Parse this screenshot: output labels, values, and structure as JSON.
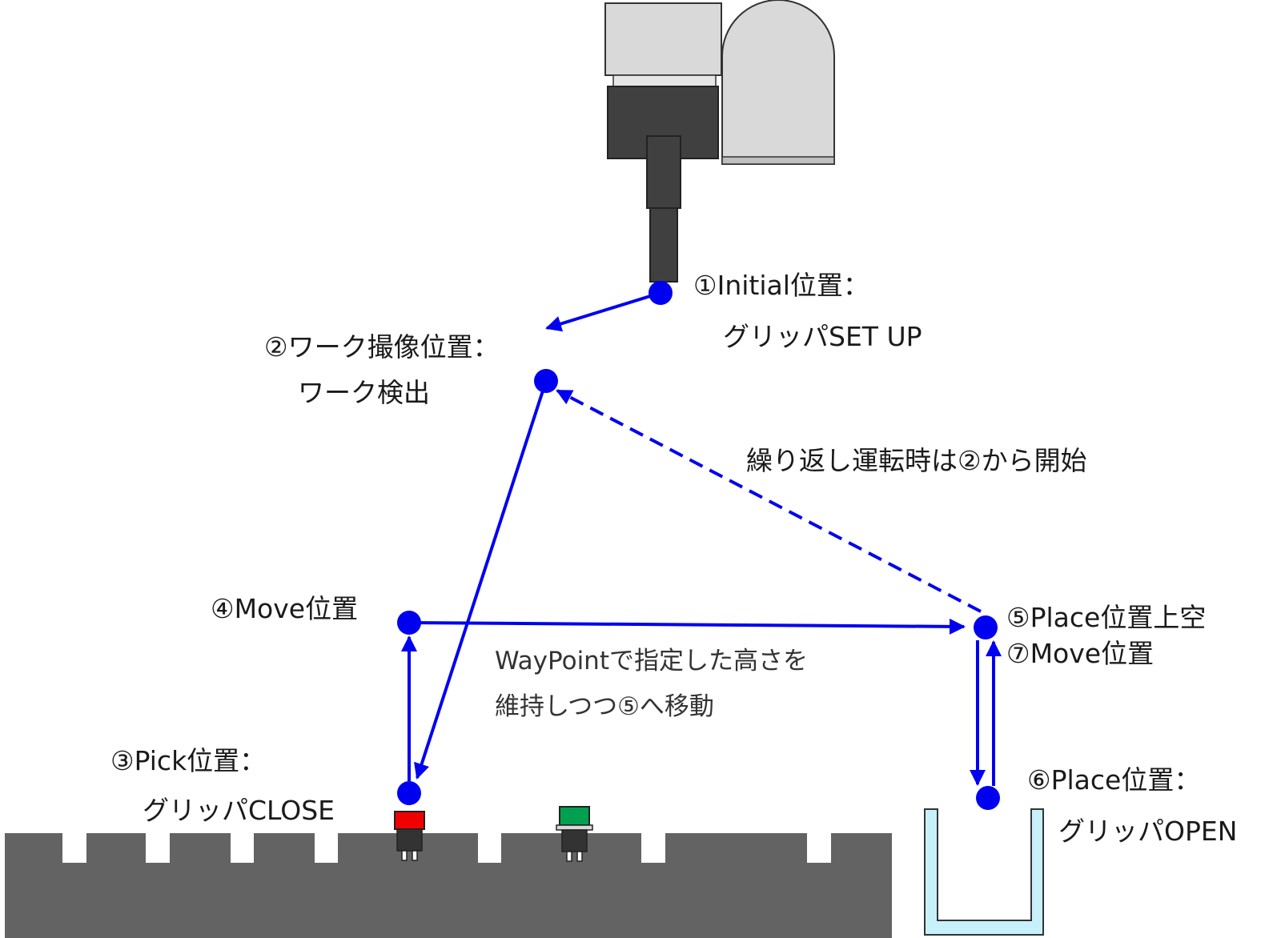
{
  "colors": {
    "path": "#0000f0",
    "conveyor": "#636363",
    "robot_light": "#d9d9d9",
    "robot_dark": "#404040",
    "workpiece_picked": "#f00000",
    "workpiece_waiting": "#00a050",
    "bin": "#c8f0fa",
    "bin_edge": "#333333"
  },
  "labels": {
    "p1_title": "①Initial位置：",
    "p1_sub": "グリッパSET UP",
    "p2_title": "②ワーク撮像位置：",
    "p2_sub": "ワーク検出",
    "p3_title": "③Pick位置：",
    "p3_sub": "グリッパCLOSE",
    "p4_title": "④Move位置",
    "p5_title": "⑤Place位置上空",
    "p7_title": "⑦Move位置",
    "p6_title": "⑥Place位置：",
    "p6_sub": "グリッパOPEN",
    "repeat_note": "繰り返し運転時は②から開始",
    "waypoint_note_1": "WayPointで指定した高さを",
    "waypoint_note_2": "維持しつつ⑤へ移動"
  }
}
